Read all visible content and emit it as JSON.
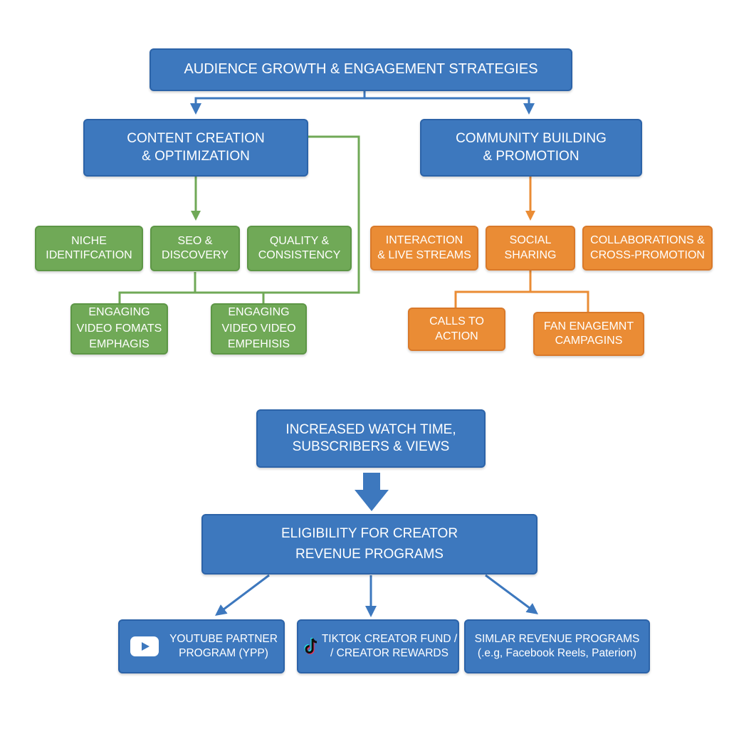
{
  "colors": {
    "blue": "#3d78be",
    "green": "#70a957",
    "orange": "#ea8c35",
    "connector_blue": "#3d78be",
    "connector_green": "#70a957",
    "connector_orange": "#ea8c35"
  },
  "root": {
    "label": "AUDIENCE GROWTH & ENGAGEMENT STRATEGIES"
  },
  "content_creation": {
    "lines": [
      "CONTENT CREATION",
      "& OPTIMIZATION"
    ],
    "children": [
      {
        "lines": [
          "NICHE",
          "IDENTIFCATION"
        ]
      },
      {
        "lines": [
          "SEO &",
          "DISCOVERY"
        ]
      },
      {
        "lines": [
          "QUALITY &",
          "CONSISTENCY"
        ]
      }
    ],
    "sub_children": [
      {
        "lines": [
          "ENGAGING",
          "VIDEO FOMATS",
          "EMPHAGIS"
        ]
      },
      {
        "lines": [
          "ENGAGING",
          "VIDEO VIDEO",
          "EMPEHISIS"
        ]
      }
    ]
  },
  "community_building": {
    "lines": [
      "COMMUNITY BUILDING",
      "& PROMOTION"
    ],
    "children": [
      {
        "lines": [
          "INTERACTION",
          "& LIVE STREAMS"
        ]
      },
      {
        "lines": [
          "SOCIAL",
          "SHARING"
        ]
      },
      {
        "lines": [
          "COLLABORATIONS &",
          "CROSS-PROMOTION"
        ]
      }
    ],
    "sub_children": [
      {
        "lines": [
          "CALLS TO",
          "ACTION"
        ]
      },
      {
        "lines": [
          "FAN ENAGEMNT",
          "CAMPAGINS"
        ]
      }
    ]
  },
  "outcome": {
    "lines": [
      "INCREASED WATCH TIME,",
      "SUBSCRIBERS & VIEWS"
    ]
  },
  "eligibility": {
    "lines": [
      "ELIGIBILITY FOR CREATOR",
      "REVENUE PROGRAMS"
    ]
  },
  "programs": [
    {
      "icon": "youtube-icon",
      "lines": [
        "YOUTUBE PARTNER",
        "PROGRAM (YPP)"
      ]
    },
    {
      "icon": "tiktok-icon",
      "lines": [
        "TIKTOK CREATOR FUND /",
        "/ CREATOR REWARDS"
      ]
    },
    {
      "icon": "",
      "lines": [
        "SIMLAR REVENUE PROGRAMS",
        "(.e.g, Facebook Reels, Paterion)"
      ]
    }
  ]
}
